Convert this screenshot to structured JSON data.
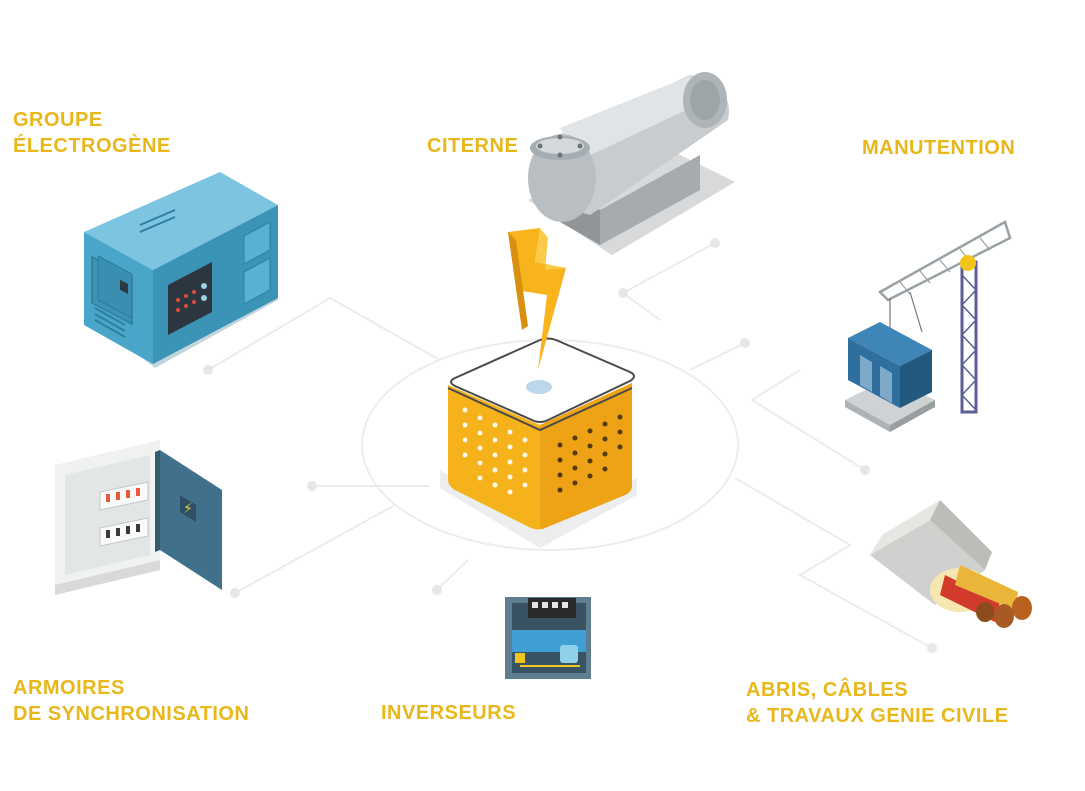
{
  "labels": {
    "groupe": [
      "GROUPE",
      "ÉLECTROGÈNE"
    ],
    "citerne": [
      "CITERNE"
    ],
    "manutention": [
      "MANUTENTION"
    ],
    "armoires": [
      "ARMOIRES",
      "DE SYNCHRONISATION"
    ],
    "inverseurs": [
      "INVERSEURS"
    ],
    "abris": [
      "ABRIS, CÂBLES",
      "& TRAVAUX GENIE CIVILE"
    ]
  },
  "colors": {
    "label": "#e8b71a",
    "hub_yellow": "#f6b21a",
    "generator_blue": "#4aa6c9",
    "tank_grey": "#bfc4c7",
    "cabin_blue": "#2f6f9e",
    "crane_purple": "#5b5f95",
    "connector_line": "#e9e9ea"
  },
  "icons": {
    "hub": "power-hub-icon",
    "bolt": "lightning-bolt-icon",
    "generator": "generator-icon",
    "tank": "fuel-tank-icon",
    "crane": "crane-icon",
    "cabinet": "electrical-cabinet-icon",
    "panel": "inverter-panel-icon",
    "cable": "power-cable-icon"
  }
}
